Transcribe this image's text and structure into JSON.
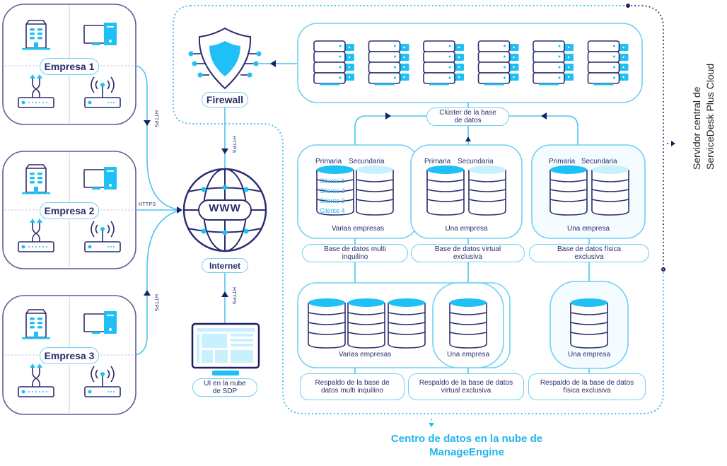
{
  "companies": [
    {
      "label": "Empresa 1"
    },
    {
      "label": "Empresa 2"
    },
    {
      "label": "Empresa 3"
    }
  ],
  "protocol": "HTTPS",
  "firewall": {
    "label": "Firewall"
  },
  "internet": {
    "label": "Internet",
    "globe_text": "WWW"
  },
  "sdp_ui": {
    "line1": "UI en la nube",
    "line2": "de SDP"
  },
  "server_rack_count": 6,
  "cluster": {
    "line1": "Clúster de la base",
    "line2": "de datos"
  },
  "db_groups": [
    {
      "primary": "Primaria",
      "secondary": "Secundaria",
      "caption": "Varias empresas",
      "clients": [
        "Cliente 1",
        "Cliente 2",
        "Cliente 3",
        "Cliente 4"
      ],
      "type_line1": "Base de datos multi",
      "type_line2": "inquilino"
    },
    {
      "primary": "Primaria",
      "secondary": "Secundaria",
      "caption": "Una empresa",
      "type_line1": "Base de datos virtual",
      "type_line2": "exclusiva"
    },
    {
      "primary": "Primaria",
      "secondary": "Secundaria",
      "caption": "Una empresa",
      "type_line1": "Base de datos física",
      "type_line2": "exclusiva"
    }
  ],
  "backups": [
    {
      "caption": "Varias empresas",
      "line1": "Respaldo de la base de",
      "line2": "datos multi inquilino"
    },
    {
      "caption": "Una empresa",
      "line1": "Respaldo de la base de datos",
      "line2": "virtual exclusiva"
    },
    {
      "caption": "Una empresa",
      "line1": "Respaldo de la base de datos",
      "line2": "física exclusiva"
    }
  ],
  "central_server": {
    "line1": "Servidor central de",
    "line2": "ServiceDesk Plus Cloud"
  },
  "datacenter": {
    "line1": "Centro de datos en la nube de",
    "line2": "ManageEngine"
  },
  "colors": {
    "accent": "#1fc0f5",
    "line": "#6fd0f5",
    "navy": "#2b2d6e",
    "dot": "#4fc4ee"
  }
}
